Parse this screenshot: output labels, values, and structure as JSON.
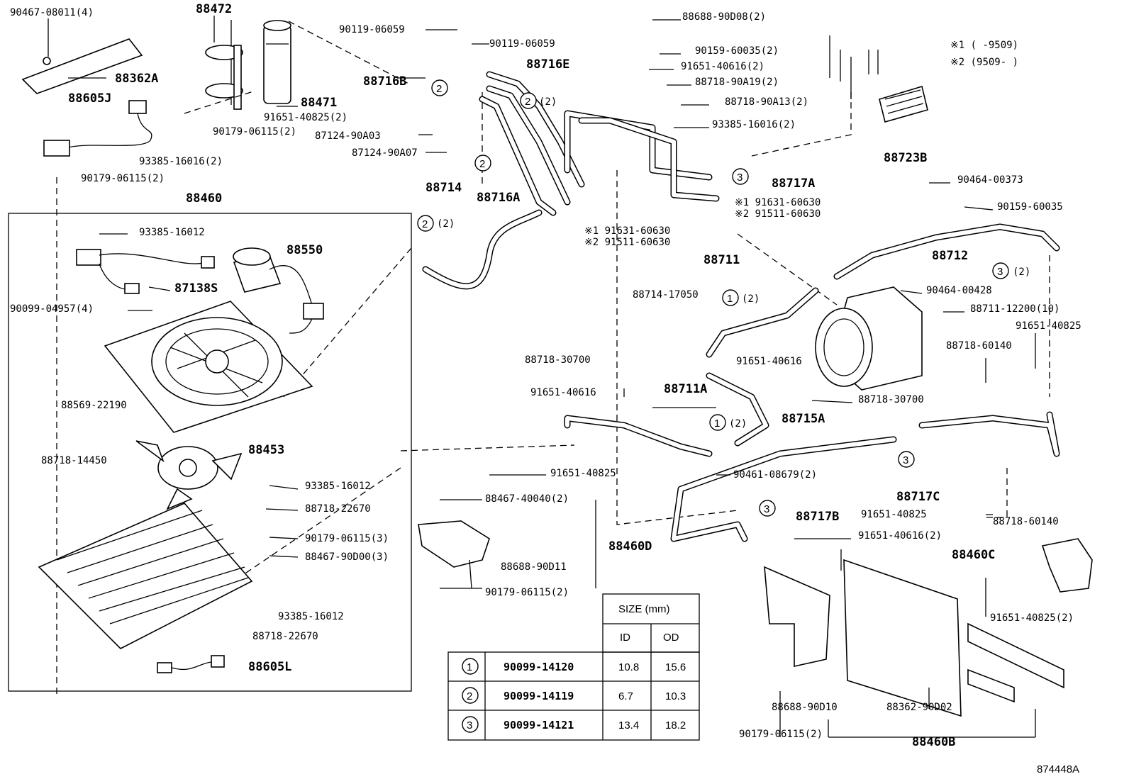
{
  "diagram_id": "874448A",
  "notes": {
    "note1": "※1 (      -9509)",
    "note2": "※2 (9509-      )"
  },
  "callouts": [
    "90467-08011(4)",
    "88472",
    "88362A",
    "88605J",
    "88471",
    "91651-40825(2)",
    "90179-06115(2)",
    "87124-90A03",
    "87124-90A07",
    "93385-16016(2)",
    "90179-06115(2)",
    "90119-06059",
    "90119-06059",
    "88716B",
    "88716E",
    "88716A",
    "88714",
    "88688-90D08(2)",
    "90159-60035(2)",
    "91651-40616(2)",
    "88718-90A19(2)",
    "88718-90A13(2)",
    "93385-16016(2)",
    "88717A",
    "※1 91631-60630",
    "※2 91511-60630",
    "88723B",
    "90464-00373",
    "90159-60035",
    "88460",
    "93385-16012",
    "88550",
    "87138S",
    "90099-04957(4)",
    "※1 91631-60630",
    "※2 91511-60630",
    "88712",
    "88711",
    "88714-17050",
    "90464-00428",
    "88711-12200(10)",
    "91651-40825",
    "88718-60140",
    "88718-30700",
    "91651-40616",
    "91651-40616",
    "88718-30700",
    "88711A",
    "88715A",
    "88569-22190",
    "88718-14450",
    "88453",
    "93385-16012",
    "88718-22670",
    "90179-06115(3)",
    "88467-90D00(3)",
    "93385-16012",
    "88718-22670",
    "88605L",
    "91651-40825",
    "88467-40040(2)",
    "88688-90D11",
    "90179-06115(2)",
    "88460D",
    "90461-08679(2)",
    "88717C",
    "91651-40825",
    "88718-60140",
    "88717B",
    "91651-40616(2)",
    "88460C",
    "91651-40825(2)",
    "88688-90D10",
    "88362-90D02",
    "90179-06115(2)",
    "88460B"
  ],
  "circle_marks": [
    "1",
    "2",
    "3"
  ],
  "qty_marks": [
    "(2)"
  ],
  "size_table": {
    "header": "SIZE (mm)",
    "col_id": "ID",
    "col_od": "OD",
    "rows": [
      {
        "mark": "1",
        "part": "90099-14120",
        "id": "10.8",
        "od": "15.6"
      },
      {
        "mark": "2",
        "part": "90099-14119",
        "id": "6.7",
        "od": "10.3"
      },
      {
        "mark": "3",
        "part": "90099-14121",
        "id": "13.4",
        "od": "18.2"
      }
    ]
  }
}
